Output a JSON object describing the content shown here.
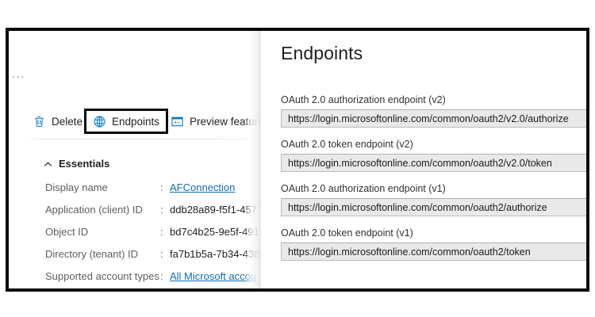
{
  "blade": {
    "overflow_label": "...",
    "commands": [
      {
        "label": "Delete",
        "icon": "trash-icon",
        "highlighted": false
      },
      {
        "label": "Endpoints",
        "icon": "globe-icon",
        "highlighted": true
      },
      {
        "label": "Preview feature",
        "icon": "preview-feature-icon",
        "highlighted": false
      }
    ],
    "essentials": {
      "section_title": "Essentials",
      "collapse_icon": "chevron-up-icon",
      "rows": [
        {
          "label": "Display name",
          "separator": ":",
          "value": "AFConnection",
          "is_link": true
        },
        {
          "label": "Application (client) ID",
          "separator": ":",
          "value": "ddb28a89-f5f1-457",
          "is_link": false
        },
        {
          "label": "Object ID",
          "separator": ":",
          "value": "bd7c4b25-9e5f-491",
          "is_link": false
        },
        {
          "label": "Directory (tenant) ID",
          "separator": ":",
          "value": "fa7b1b5a-7b34-438",
          "is_link": false
        },
        {
          "label": "Supported account types",
          "separator": ":",
          "value": "All Microsoft accou",
          "is_link": true
        }
      ]
    }
  },
  "panel": {
    "title": "Endpoints",
    "endpoints": [
      {
        "label": "OAuth 2.0 authorization endpoint (v2)",
        "value": "https://login.microsoftonline.com/common/oauth2/v2.0/authorize"
      },
      {
        "label": "OAuth 2.0 token endpoint (v2)",
        "value": "https://login.microsoftonline.com/common/oauth2/v2.0/token"
      },
      {
        "label": "OAuth 2.0 authorization endpoint (v1)",
        "value": "https://login.microsoftonline.com/common/oauth2/authorize"
      },
      {
        "label": "OAuth 2.0 token endpoint (v1)",
        "value": "https://login.microsoftonline.com/common/oauth2/token"
      }
    ]
  },
  "colors": {
    "accent": "#0f6cbd",
    "icon_blue": "#0078d4",
    "text_primary": "#201f1e",
    "text_secondary": "#605e5c",
    "field_bg": "#e9e9e9",
    "frame_border": "#0a0a0a"
  }
}
